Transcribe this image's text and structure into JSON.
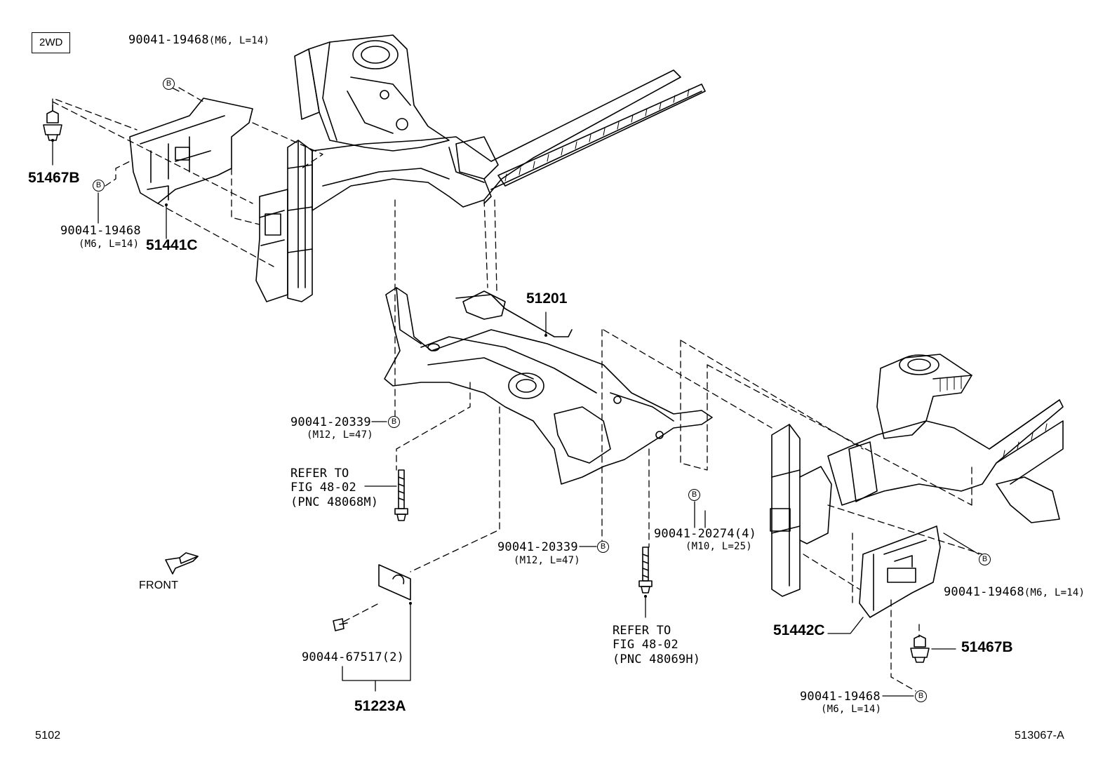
{
  "badge": "2WD",
  "bolt_mark": "B",
  "labels": {
    "tl_bolt_part": "90041-19468",
    "tl_bolt_spec": "(M6, L=14)",
    "left_clip": "51467B",
    "left_bolt_part": "90041-19468",
    "left_bolt_spec": "(M6, L=14)",
    "left_bracket": "51441C",
    "crossmember": "51201",
    "c_bolt1_part": "90041-20339",
    "c_bolt1_spec": "(M12, L=47)",
    "refer1": "REFER TO",
    "refer1_fig": "FIG 48-02",
    "refer1_pnc": "(PNC 48068M)",
    "front": "FRONT",
    "c_bolt2_part": "90041-20339",
    "c_bolt2_spec": "(M12, L=47)",
    "c_bolt3_part": "90041-20274(4)",
    "c_bolt3_spec": "(M10, L=25)",
    "refer2": "REFER TO",
    "refer2_fig": "FIG 48-02",
    "refer2_pnc": "(PNC 48069H)",
    "screw": "90044-67517(2)",
    "plate": "51223A",
    "r_bolt_part": "90041-19468",
    "r_bolt_spec": "(M6, L=14)",
    "right_bracket": "51442C",
    "right_clip": "51467B",
    "rb_bolt_part": "90041-19468",
    "rb_bolt_spec": "(M6, L=14)",
    "page_code": "5102",
    "figure_id": "513067-A"
  }
}
